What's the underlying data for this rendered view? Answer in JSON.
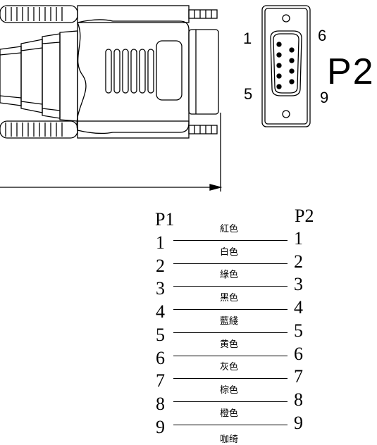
{
  "connector_face": {
    "pin_labels": {
      "top_left": "1",
      "bottom_left": "5",
      "top_right": "6",
      "bottom_right": "9"
    },
    "label": "P2"
  },
  "wiring_table": {
    "left_header": "P1",
    "right_header": "P2",
    "rows": [
      {
        "p1": "1",
        "color": "紅色",
        "p2": "1"
      },
      {
        "p1": "2",
        "color": "白色",
        "p2": "2"
      },
      {
        "p1": "3",
        "color": "綠色",
        "p2": "3"
      },
      {
        "p1": "4",
        "color": "黑色",
        "p2": "4"
      },
      {
        "p1": "5",
        "color": "藍綫",
        "p2": "5"
      },
      {
        "p1": "6",
        "color": "黄色",
        "p2": "6"
      },
      {
        "p1": "7",
        "color": "灰色",
        "p2": "7"
      },
      {
        "p1": "8",
        "color": "棕色",
        "p2": "8"
      },
      {
        "p1": "9",
        "color": "橙色",
        "p2": "9"
      }
    ],
    "partial_row": {
      "color": "咖绮"
    }
  }
}
